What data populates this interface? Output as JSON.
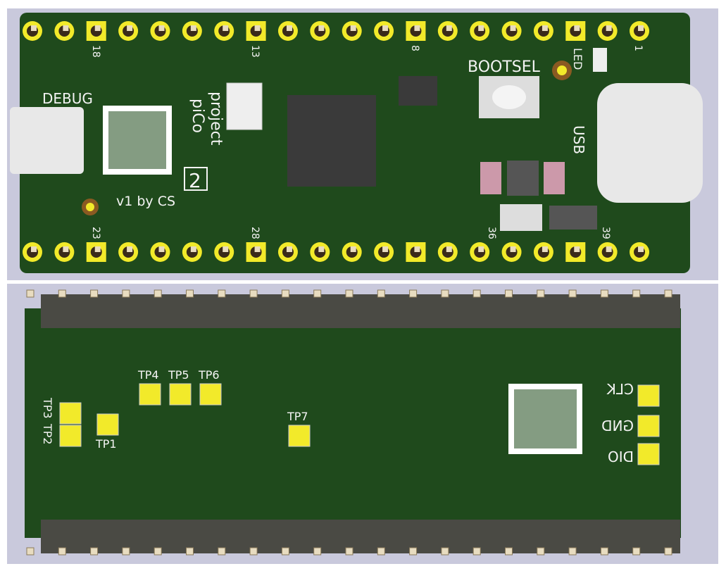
{
  "top_view": {
    "debug_label": "DEBUG",
    "project_line1": "project",
    "project_line2": "piCo",
    "version_badge": "2",
    "credit": "v1 by CS",
    "bootsel_label": "BOOTSEL",
    "led_label": "LED",
    "usb_label": "USB",
    "pin_numbers_top": [
      "18",
      "13",
      "8",
      "1"
    ],
    "pin_numbers_bottom": [
      "23",
      "28",
      "36",
      "39"
    ]
  },
  "bottom_view": {
    "test_points": [
      "TP4",
      "TP5",
      "TP6",
      "TP3",
      "TP2",
      "TP1",
      "TP7"
    ],
    "swd_labels": [
      "CLK",
      "GND",
      "DIO"
    ]
  },
  "colors": {
    "board": "#1f4a1c",
    "pad": "#f2ea2a",
    "background": "#c9c9dc",
    "header": "#4a4a44"
  }
}
